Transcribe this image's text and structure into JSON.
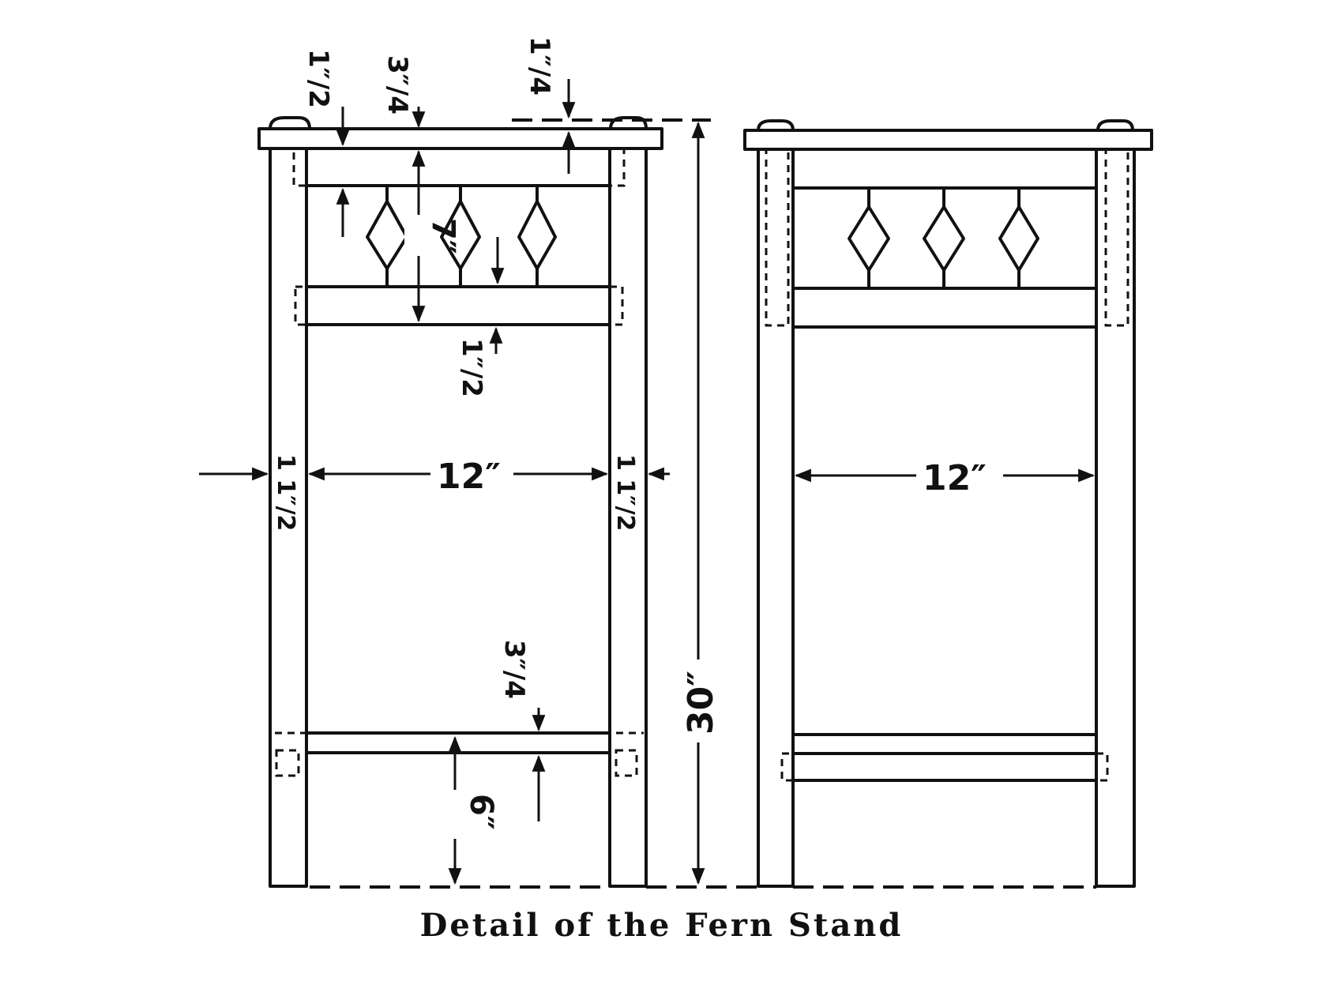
{
  "caption": "Detail of the Fern Stand",
  "dimensions": {
    "top_rail_offset": "1″/2",
    "top_thickness": "3″/4",
    "top_overhang": "1″/4",
    "panel_height": "7″",
    "rail_bottom_gap": "1″/2",
    "leg_width_left": "1 1″/2",
    "leg_width_right": "1 1″/2",
    "inner_width_front": "12″",
    "inner_width_side": "12″",
    "shelf_thickness": "3″/4",
    "shelf_height": "6″",
    "total_height": "30″"
  },
  "colors": {
    "ink": "#111111",
    "paper": "#ffffff"
  }
}
